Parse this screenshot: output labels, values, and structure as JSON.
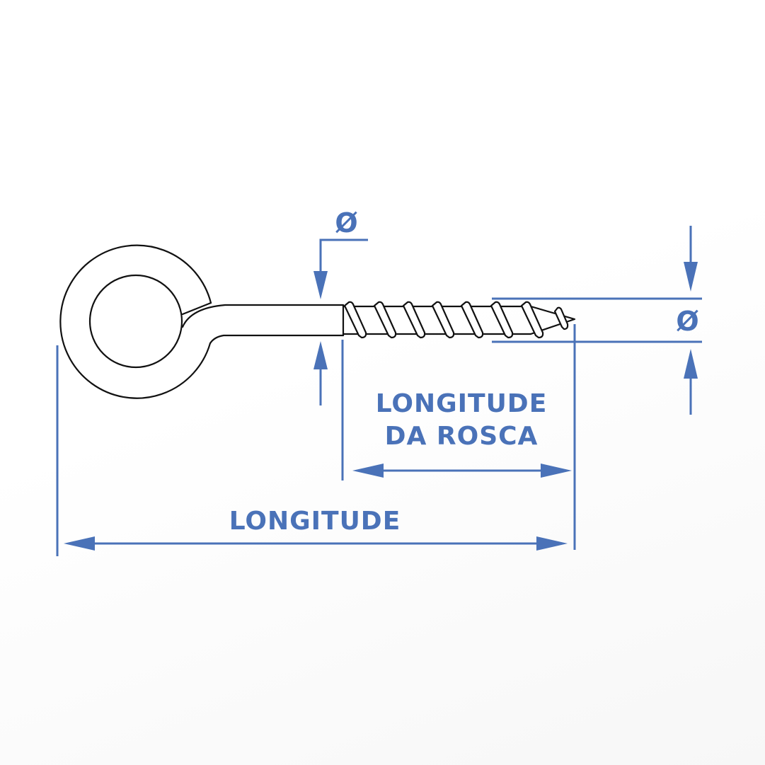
{
  "labels": {
    "diameter_shank": "Ø",
    "diameter_thread": "Ø",
    "thread_length_line1": "LONGITUDE",
    "thread_length_line2": "DA ROSCA",
    "total_length": "LONGITUDE"
  },
  "colors": {
    "dimension": "#4a72b8",
    "outline": "#111111",
    "background": "#ffffff"
  }
}
